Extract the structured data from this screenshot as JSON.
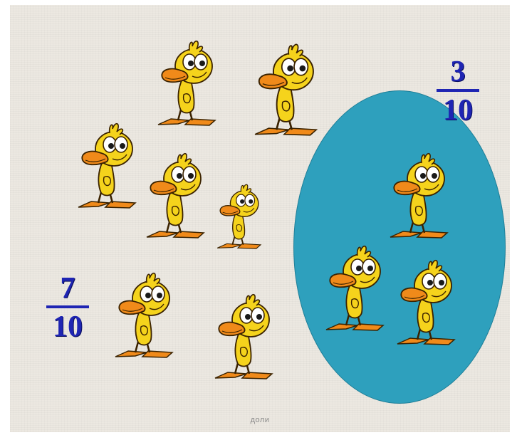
{
  "fractions": {
    "left": {
      "numerator": "7",
      "denominator": "10"
    },
    "right": {
      "numerator": "3",
      "denominator": "10"
    }
  },
  "caption": "доли",
  "colors": {
    "oval": "#2ea0bd",
    "fraction_text": "#1f25b3",
    "duck_body": "#f5d31c",
    "duck_beak": "#f08a1a"
  },
  "ducks": {
    "outside_count": 7,
    "inside_count": 3,
    "icon": "duck-icon"
  }
}
